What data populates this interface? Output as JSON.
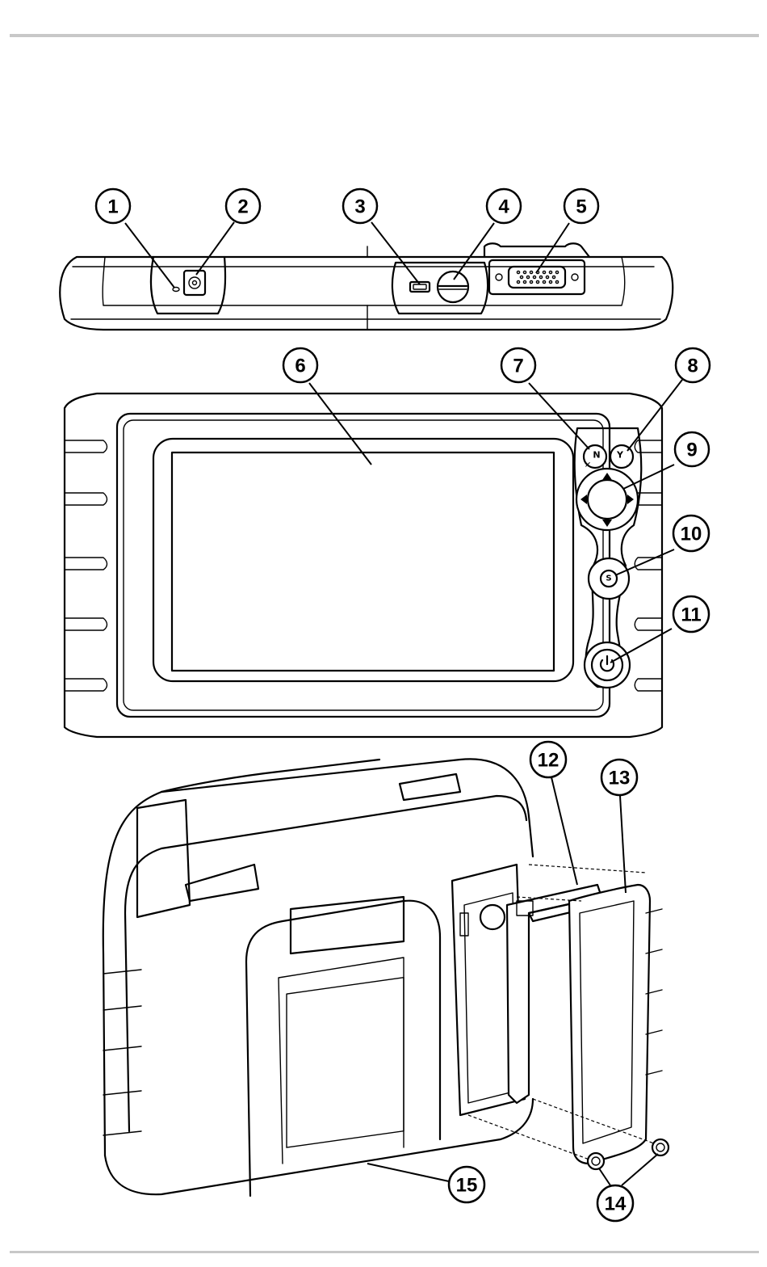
{
  "callouts": [
    "1",
    "2",
    "3",
    "4",
    "5",
    "6",
    "7",
    "8",
    "9",
    "10",
    "11",
    "12",
    "13",
    "14",
    "15"
  ],
  "buttons": {
    "no": "N",
    "yes": "Y"
  },
  "icons": {
    "power": "power-icon",
    "snap_on": "shortcut-logo-icon",
    "directional": "directional-pad-icon"
  }
}
